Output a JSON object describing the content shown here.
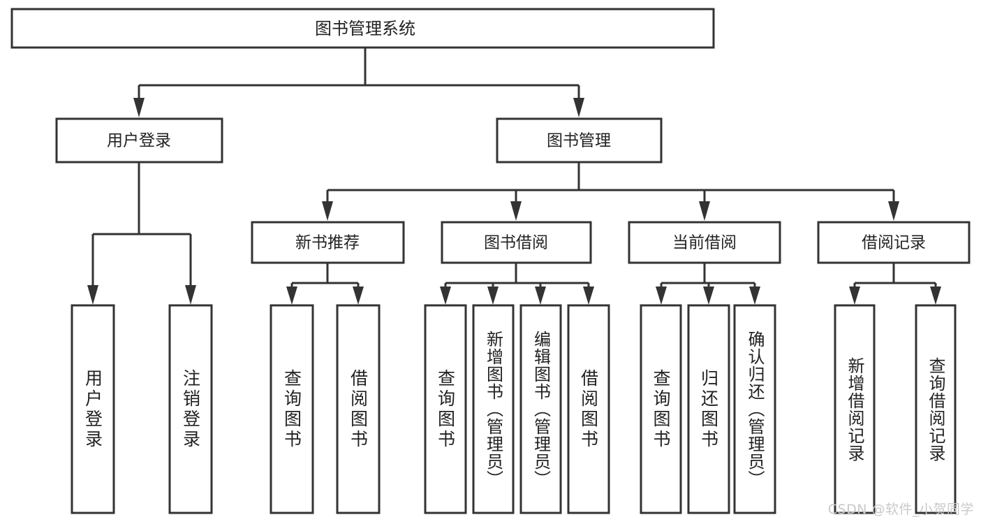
{
  "diagram": {
    "type": "tree",
    "title": "图书管理系统",
    "root": {
      "id": "root",
      "label": "图书管理系统"
    },
    "level1": [
      {
        "id": "user-login",
        "label": "用户登录"
      },
      {
        "id": "book-manage",
        "label": "图书管理"
      }
    ],
    "level2": [
      {
        "id": "new-book-recommend",
        "label": "新书推荐",
        "parent": "book-manage"
      },
      {
        "id": "book-borrow",
        "label": "图书借阅",
        "parent": "book-manage"
      },
      {
        "id": "current-borrow",
        "label": "当前借阅",
        "parent": "book-manage"
      },
      {
        "id": "borrow-record",
        "label": "借阅记录",
        "parent": "book-manage"
      }
    ],
    "leaves": [
      {
        "id": "leaf-user-login",
        "label": "用户登录",
        "parent": "user-login"
      },
      {
        "id": "leaf-user-logout",
        "label": "注销登录",
        "parent": "user-login"
      },
      {
        "id": "leaf-query-book-1",
        "label": "查询图书",
        "parent": "new-book-recommend"
      },
      {
        "id": "leaf-borrow-book-1",
        "label": "借阅图书",
        "parent": "new-book-recommend"
      },
      {
        "id": "leaf-query-book-2",
        "label": "查询图书",
        "parent": "book-borrow"
      },
      {
        "id": "leaf-add-book",
        "label": "新增图书（管理员）",
        "parent": "book-borrow"
      },
      {
        "id": "leaf-edit-book",
        "label": "编辑图书（管理员）",
        "parent": "book-borrow"
      },
      {
        "id": "leaf-borrow-book-2",
        "label": "借阅图书",
        "parent": "book-borrow"
      },
      {
        "id": "leaf-query-book-3",
        "label": "查询图书",
        "parent": "current-borrow"
      },
      {
        "id": "leaf-return-book",
        "label": "归还图书",
        "parent": "current-borrow"
      },
      {
        "id": "leaf-confirm-return",
        "label": "确认归还（管理员）",
        "parent": "current-borrow"
      },
      {
        "id": "leaf-add-record",
        "label": "新增借阅记录",
        "parent": "borrow-record"
      },
      {
        "id": "leaf-query-record",
        "label": "查询借阅记录",
        "parent": "borrow-record"
      }
    ],
    "colors": {
      "stroke": "#333333",
      "fill": "#ffffff",
      "text": "#222222",
      "background": "#ffffff",
      "watermark": "#c9c9c9"
    }
  },
  "watermark": {
    "text": "CSDN @软件_小贺同学"
  }
}
